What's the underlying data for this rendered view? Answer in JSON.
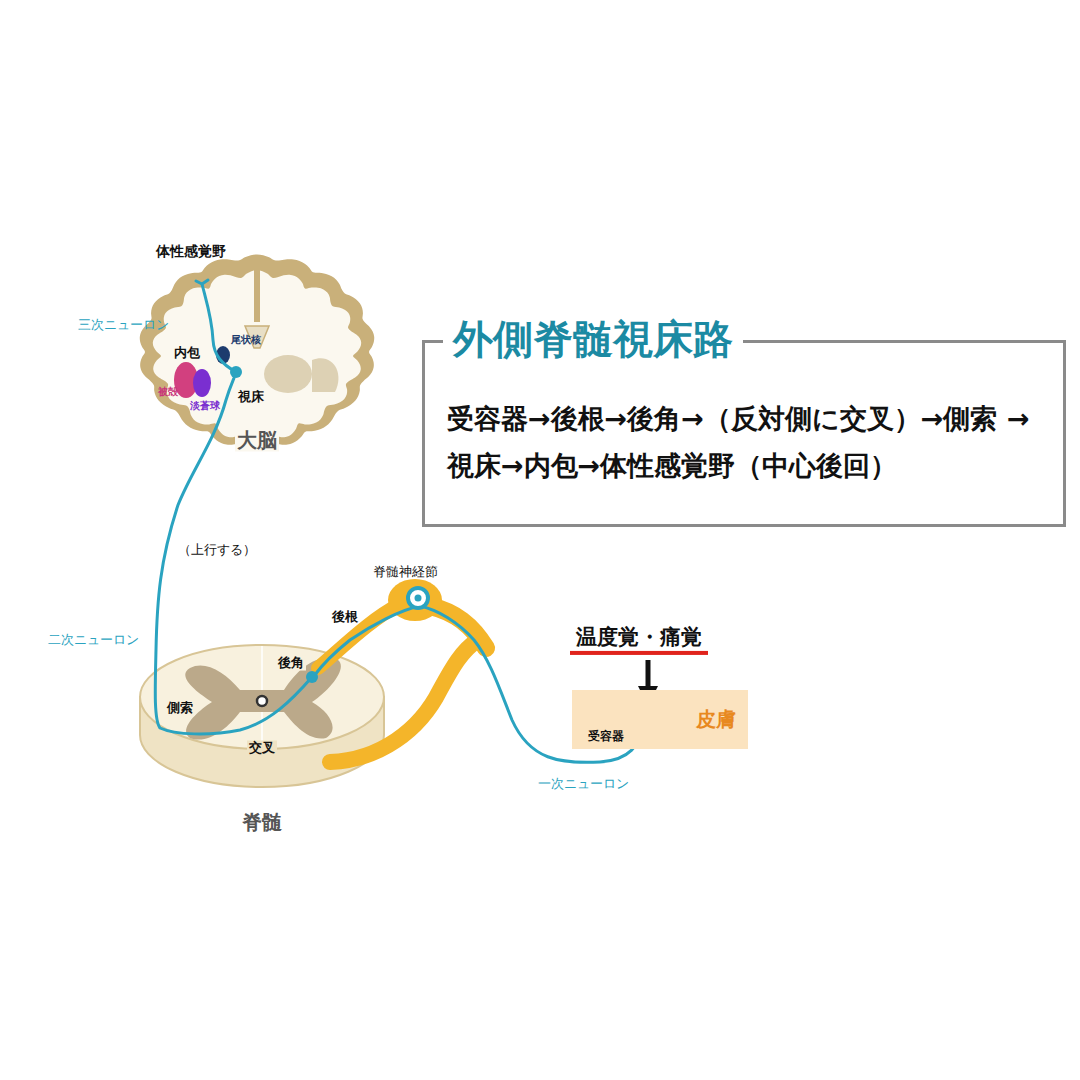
{
  "diagram": {
    "nodes": [
      {
        "text": [
          "外側脊髄視床路",
          "受容器→後根→後角→（反対側に交叉）→側索 →視床→内包→体性感覚野（中心後回）"
        ]
      },
      {
        "text": [
          "受容器",
          "皮膚"
        ]
      }
    ],
    "labels": [
      "体性感覚野",
      "三次ニューロン",
      "尾状核",
      "内包",
      "被殻",
      "淡蒼球",
      "視床",
      "大脳",
      "（上行する）",
      "脊髄神経節",
      "後根",
      "二次ニューロン",
      "後角",
      "温度覚・痛覚",
      "側索",
      "交叉",
      "一次ニューロン",
      "脊髄"
    ]
  }
}
